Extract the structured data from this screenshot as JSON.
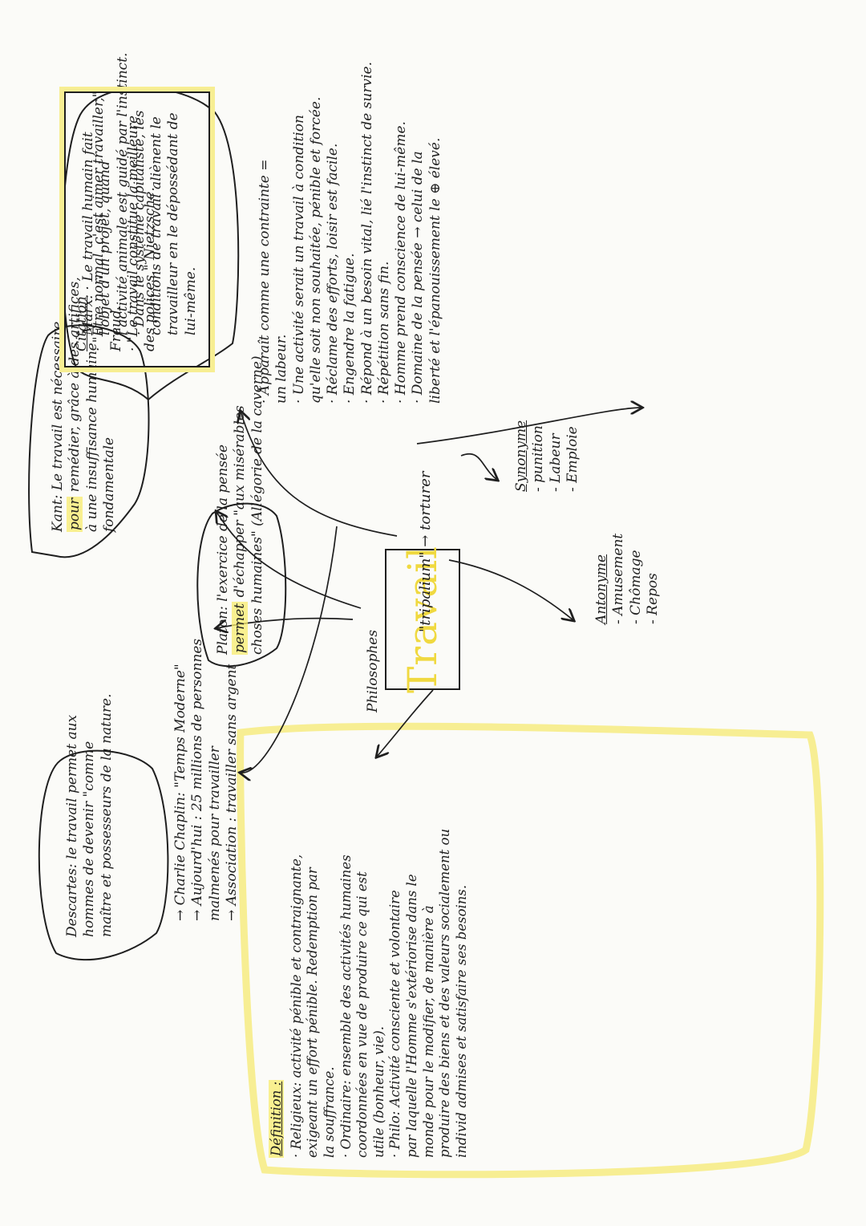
{
  "center": {
    "title": "Travail",
    "philosophes_label": "Philosophes",
    "etymology": "\"tripalium\" → torturer"
  },
  "marx": {
    "l1": "Marx: · Le travail humain fait",
    "l2": "l'objet d'un projet, quand",
    "l3": "l'activité animale est guidé par l'instinct.",
    "l4": "· Dans le système capitaliste, les",
    "l5": "conditions de travail aliènent le",
    "l6": "travailleur en le dépossédant de",
    "l7": "lui-même."
  },
  "kant": {
    "l1": "Kant: Le travail est nécessaire",
    "l2_highlight": "pour",
    "l2_rest": " remédier, grâce à des artifices,",
    "l3": "à une insuffisance humaine",
    "l4": "fondamentale"
  },
  "platon": {
    "l1": "Platon: l'exercice de la pensée",
    "l2_highlight": "permet",
    "l2_rest": " d'échapper \"aux misérables",
    "l3": "choses humaines\" (Allégorie de la caverne)"
  },
  "descartes": {
    "l1": "Descartes: le travail permet aux",
    "l2": "hommes de devenir \"comme",
    "l3": "maître et possesseurs de la nature."
  },
  "chaplin": {
    "l1": "→ Charlie Chaplin: \"Temps Moderne\"",
    "l2": "→ Aujourd'hui : 25 millions de personnes",
    "l3": "malmenés pour travailler",
    "l4": "→ Association : travailler sans argent"
  },
  "definition": {
    "heading": "Définition :",
    "l1": "· Religieux: activité pénible et contraignante,",
    "l2": "exigeant un effort pénible. Redemption par",
    "l3": "la souffrance.",
    "l4": "· Ordinaire: ensemble des activités humaines",
    "l5": "coordonnées en vue de produire ce qui est",
    "l6": "utile (bonheur, vie).",
    "l7": "· Philo: Activité consciente et volontaire",
    "l8": "par laquelle l'Homme s'extériorise dans le",
    "l9": "monde pour le modifier, de manière à",
    "l10": "produire des biens et des valeurs socialement ou",
    "l11": "individ admises et satisfaire ses besoins.",
    "l12": ""
  },
  "synonyme": {
    "heading": "Synonyme",
    "items": [
      "- punition",
      "- Labeur",
      "- Emploie"
    ]
  },
  "antonyme": {
    "heading": "Antonyme",
    "items": [
      "- Amusement",
      "- Chômage",
      "- Repos"
    ]
  },
  "contrainte": {
    "l1": "· Apparaît comme une contrainte =",
    "l2": "un labeur.",
    "l3": "· Une activité serait un travail à condition",
    "l4": "qu'elle soit non souhaitée, pénible et forcée.",
    "l5": "· Réclame des efforts, loisir est facile.",
    "l6": "· Engendre la fatigue.",
    "l7": "· Répond à un besoin vital, lié l'instinct de survie.",
    "l8": "· Répétition sans fin.",
    "l9": "· Homme prend conscience de lui-même.",
    "l10": "· Domaine de la pensée → celui de la",
    "l11": "liberté et l'épanouissement le ⊕ élevé."
  },
  "citation": {
    "heading": "Citation",
    "l1": "· \"Être normal, c'est aimer travailler,\"",
    "l2": "Freud.",
    "l3": "· \"Le travail constitue la meilleure",
    "l4": "des polices.\" Nietzsche."
  },
  "colors": {
    "highlight": "#f7ee93",
    "title": "#f0d940",
    "ink": "#1f1f1f"
  }
}
